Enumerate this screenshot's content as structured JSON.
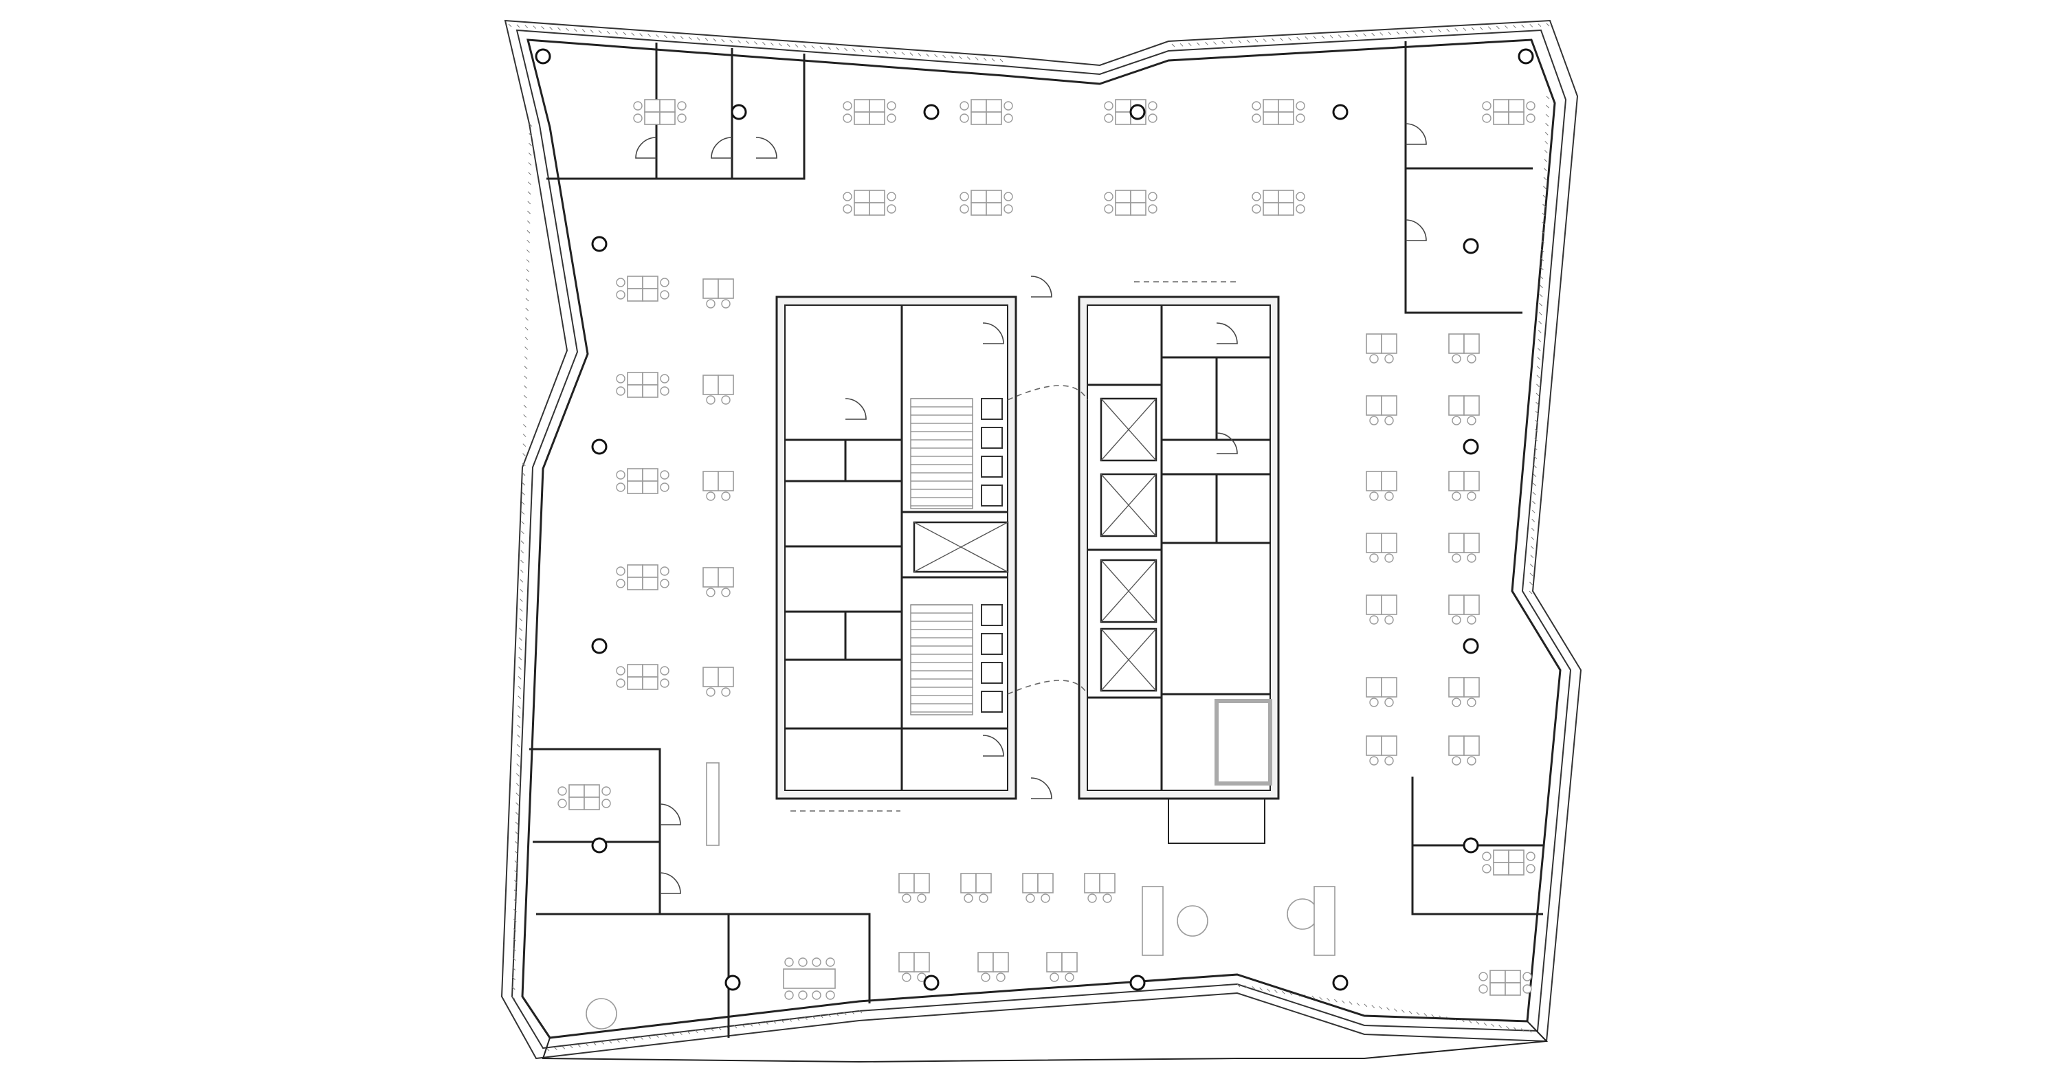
{
  "diagram": {
    "kind": "architectural-floor-plan",
    "colors": {
      "background": "#ffffff",
      "walls": "#222222",
      "furniture": "#9a9a9a",
      "core_fill": "#f2f2f2"
    },
    "elements": [
      "facade",
      "building-core",
      "elevator-shafts",
      "stairwells",
      "perimeter-offices",
      "open-plan-workstations",
      "structural-columns",
      "meeting-tables",
      "doors"
    ]
  }
}
